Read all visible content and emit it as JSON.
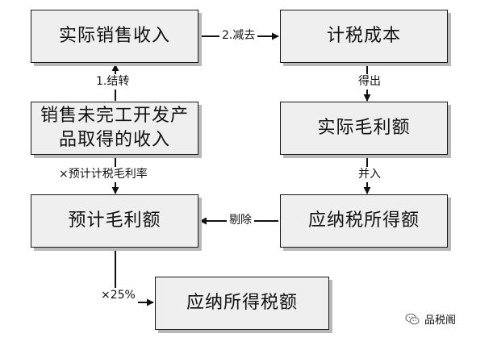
{
  "boxes": {
    "actual_sales_income": "实际销售收入",
    "tax_cost": "计税成本",
    "actual_gross_profit": "实际毛利额",
    "taxable_income": "应纳税所得额",
    "estimated_gross_profit": "预计毛利额",
    "unfinished_income_line1": "销售未完工开发产",
    "unfinished_income_line2": "品取得的收入",
    "tax_payable": "应纳所得税额"
  },
  "edges": {
    "subtract": "2.减去",
    "yield": "得出",
    "merge": "并入",
    "remove": "剔除",
    "carry": "1.结转",
    "times_rate": "×预计计税毛利率",
    "times_25": "×25%"
  },
  "watermark": {
    "text": "品税阁",
    "icon": "wechat-icon"
  }
}
